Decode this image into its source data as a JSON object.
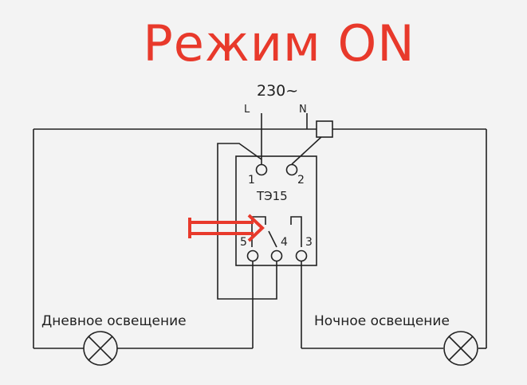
{
  "title": "Режим ON",
  "supply": {
    "voltage": "230~",
    "line": "L",
    "neutral": "N"
  },
  "device": {
    "name": "ТЭ15",
    "terminals": {
      "t1": "1",
      "t2": "2",
      "t3": "3",
      "t4": "4",
      "t5": "5"
    }
  },
  "loads": {
    "day": "Дневное освещение",
    "night": "Ночное освещение"
  },
  "colors": {
    "title": "#e8392b",
    "arrow": "#e8392b",
    "wire": "#222222",
    "background": "#f3f3f3"
  },
  "icons": {
    "arrow": "right-arrow-icon",
    "lamp": "lamp-icon",
    "sensor": "sensor-icon"
  }
}
